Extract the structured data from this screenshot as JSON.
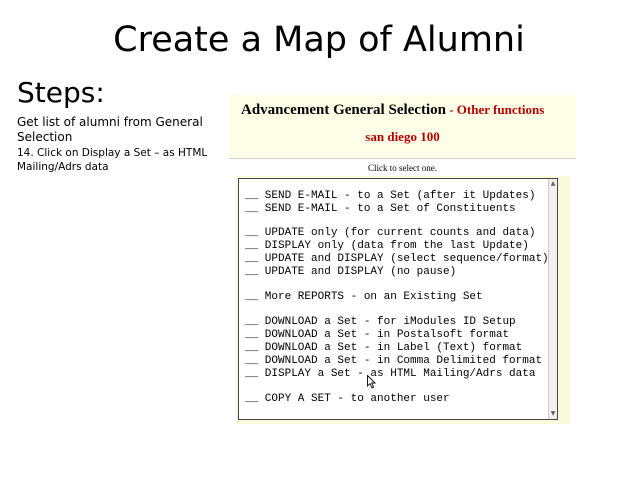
{
  "slide": {
    "title": "Create a Map of Alumni",
    "steps_heading": "Steps:",
    "step_lines": [
      "Get list of alumni from General",
      "Selection",
      "14. Click on Display a Set – as HTML",
      "Mailing/Adrs data"
    ]
  },
  "panel": {
    "heading": "Advancement General Selection",
    "heading_suffix": " - Other functions",
    "subtitle": "san diego 100",
    "hint": "Click to select one."
  },
  "listbox": {
    "options": [
      "__ SEND E-MAIL - to a Set (after it Updates)",
      "__ SEND E-MAIL - to a Set of Constituents",
      "__ UPDATE only (for current counts and data)",
      "__ DISPLAY only (data from the last Update)",
      "__ UPDATE and DISPLAY (select sequence/format)",
      "__ UPDATE and DISPLAY (no pause)",
      "__ More REPORTS - on an Existing Set",
      "__ DOWNLOAD a Set - for iModules ID Setup",
      "__ DOWNLOAD a Set - in Postalsoft format",
      "__ DOWNLOAD a Set - in Label (Text) format",
      "__ DOWNLOAD a Set - in Comma Delimited format",
      "__ DISPLAY a Set - as HTML Mailing/Adrs data",
      "__ COPY A SET - to another user"
    ]
  },
  "icons": {
    "cursor": "arrow-cursor-icon",
    "scroll_up": "scroll-up-arrow-icon",
    "scroll_down": "scroll-down-arrow-icon"
  },
  "colors": {
    "panel_background": "#ffffe8",
    "accent_red": "#b30000"
  }
}
